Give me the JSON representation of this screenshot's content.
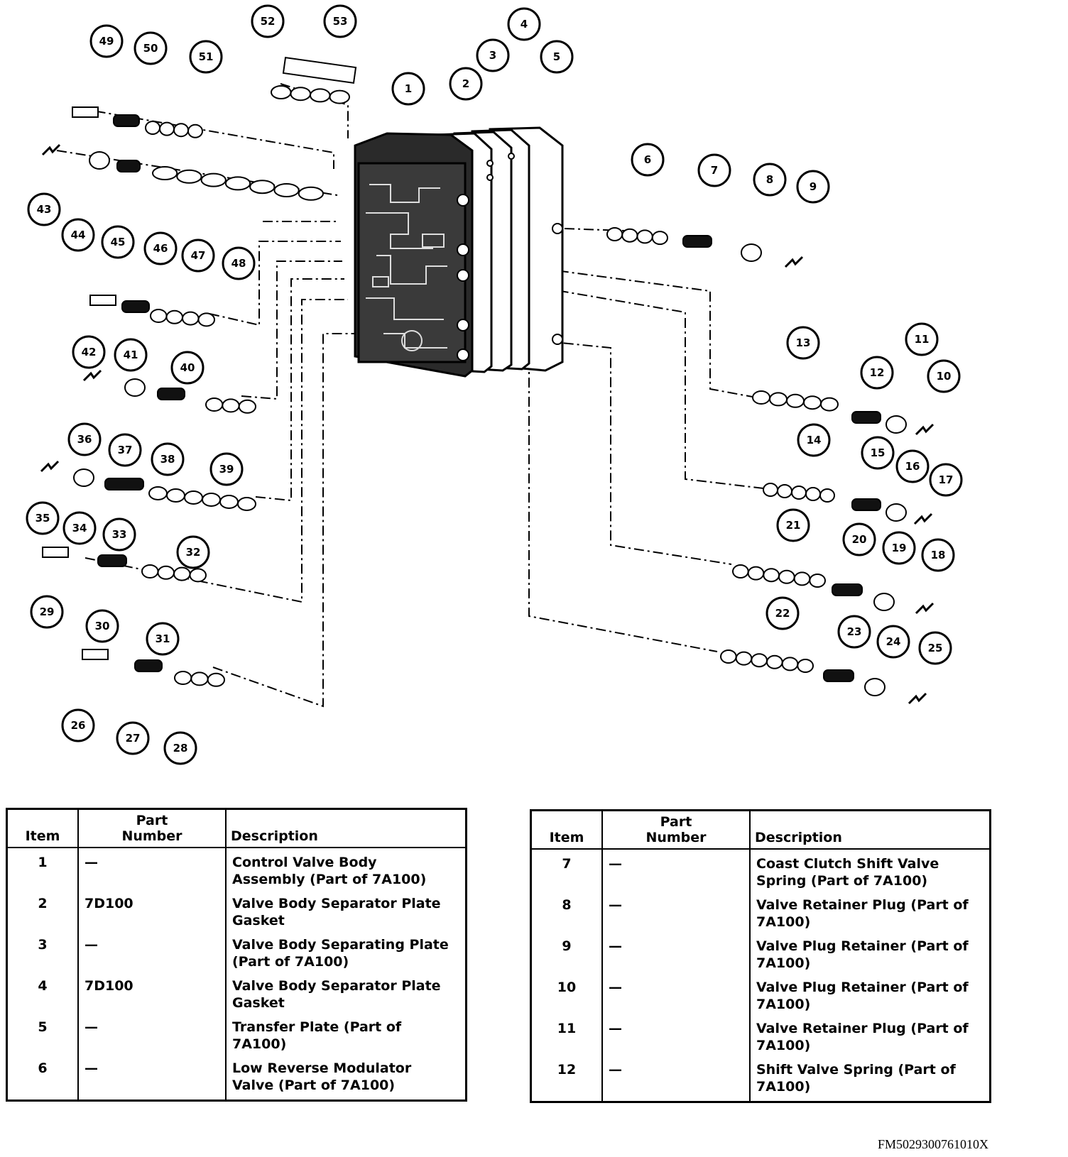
{
  "figure": {
    "callouts": [
      "1",
      "2",
      "3",
      "4",
      "5",
      "6",
      "7",
      "8",
      "9",
      "10",
      "11",
      "12",
      "13",
      "14",
      "15",
      "16",
      "17",
      "18",
      "19",
      "20",
      "21",
      "22",
      "23",
      "24",
      "25",
      "26",
      "27",
      "28",
      "29",
      "30",
      "31",
      "32",
      "33",
      "34",
      "35",
      "36",
      "37",
      "38",
      "39",
      "40",
      "41",
      "42",
      "43",
      "44",
      "45",
      "46",
      "47",
      "48",
      "49",
      "50",
      "51",
      "52",
      "53"
    ],
    "figure_id": "FM5029300761010X"
  },
  "tables": [
    {
      "headers": {
        "item": "Item",
        "part_line1": "Part",
        "part_line2": "Number",
        "description": "Description"
      },
      "rows": [
        {
          "item": "1",
          "part": "—",
          "desc1": "Control Valve Body",
          "desc2": "Assembly (Part of 7A100)"
        },
        {
          "item": "2",
          "part": "7D100",
          "desc1": "Valve Body Separator Plate",
          "desc2": "Gasket"
        },
        {
          "item": "3",
          "part": "—",
          "desc1": "Valve Body Separating Plate",
          "desc2": "(Part of 7A100)"
        },
        {
          "item": "4",
          "part": "7D100",
          "desc1": "Valve Body Separator Plate",
          "desc2": "Gasket"
        },
        {
          "item": "5",
          "part": "—",
          "desc1": "Transfer Plate (Part of",
          "desc2": "7A100)"
        },
        {
          "item": "6",
          "part": "—",
          "desc1": "Low Reverse Modulator",
          "desc2": "Valve (Part of 7A100)"
        }
      ]
    },
    {
      "headers": {
        "item": "Item",
        "part_line1": "Part",
        "part_line2": "Number",
        "description": "Description"
      },
      "rows": [
        {
          "item": "7",
          "part": "—",
          "desc1": "Coast Clutch Shift Valve",
          "desc2": "Spring (Part of 7A100)"
        },
        {
          "item": "8",
          "part": "—",
          "desc1": "Valve Retainer Plug (Part of",
          "desc2": "7A100)"
        },
        {
          "item": "9",
          "part": "—",
          "desc1": "Valve Plug Retainer (Part of",
          "desc2": "7A100)"
        },
        {
          "item": "10",
          "part": "—",
          "desc1": "Valve Plug Retainer (Part of",
          "desc2": "7A100)"
        },
        {
          "item": "11",
          "part": "—",
          "desc1": "Valve Retainer Plug (Part of",
          "desc2": "7A100)"
        },
        {
          "item": "12",
          "part": "—",
          "desc1": "Shift Valve Spring (Part of",
          "desc2": "7A100)"
        }
      ]
    }
  ]
}
